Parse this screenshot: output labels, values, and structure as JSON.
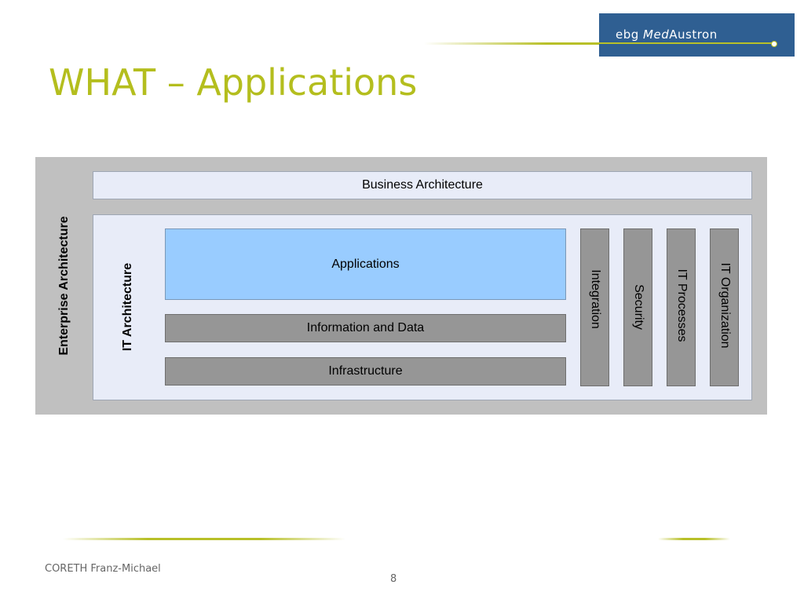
{
  "header": {
    "logo": {
      "prefix": "ebg ",
      "italic": "Med",
      "suffix": "Austron"
    },
    "title": "WHAT – Applications"
  },
  "diagram": {
    "enterprise_label": "Enterprise Architecture",
    "business_label": "Business Architecture",
    "it_label": "IT Architecture",
    "applications_label": "Applications",
    "information_label": "Information and Data",
    "infrastructure_label": "Infrastructure",
    "columns": [
      "Integration",
      "Security",
      "IT Processes",
      "IT Organization"
    ]
  },
  "footer": {
    "author": "CORETH Franz-Michael",
    "page": "8"
  },
  "colors": {
    "title": "#b4be1e",
    "logo_bg": "#2f5f92",
    "accent_line": "#b8c028",
    "applications_fill": "#99ccff",
    "layer_fill": "#969696",
    "panel_fill": "#e8ecf8",
    "outer_fill": "#c0c0c0"
  }
}
